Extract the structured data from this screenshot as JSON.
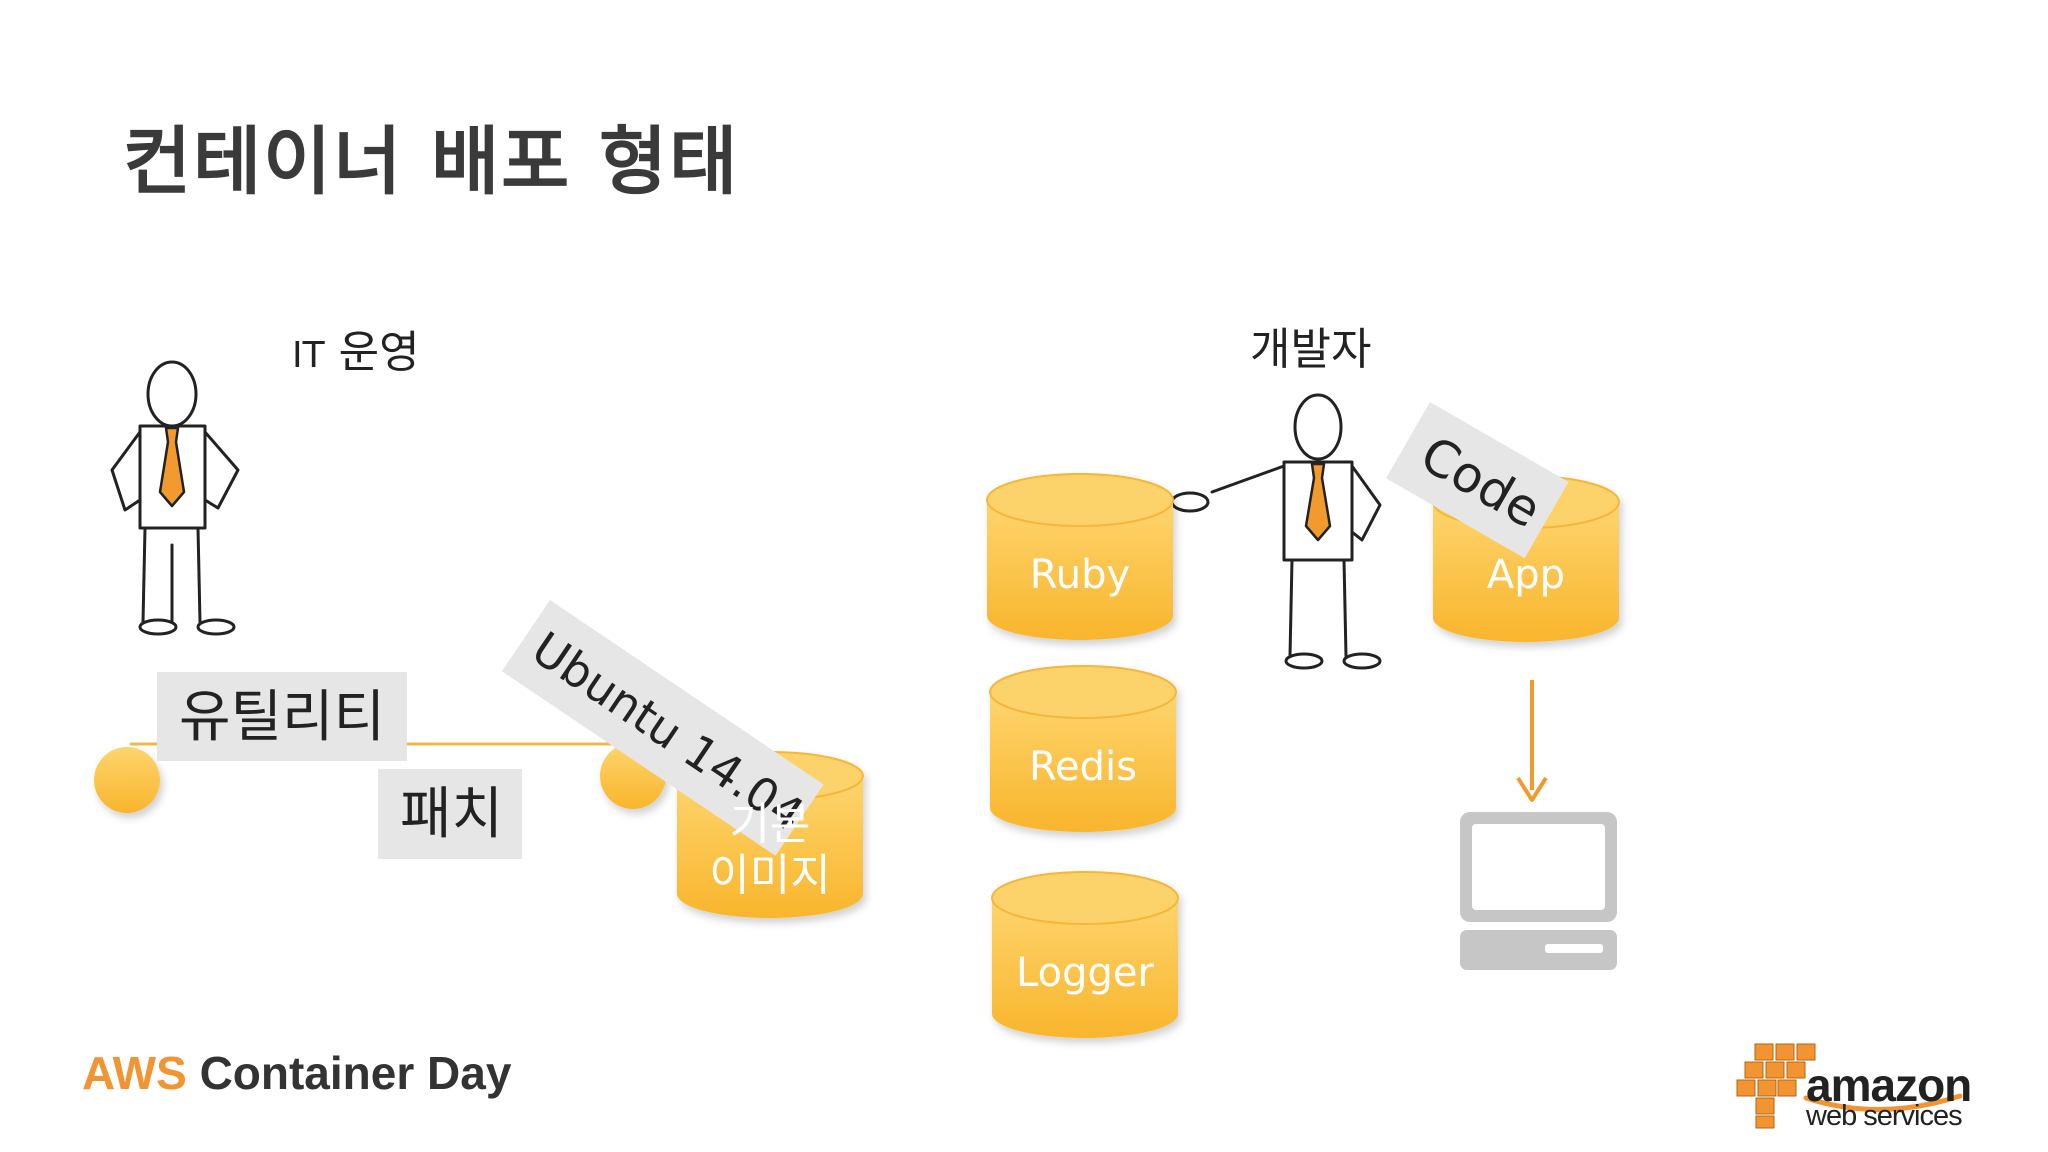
{
  "title": "컨테이너 배포 형태",
  "left": {
    "role_prefix": "IT",
    "role_label": "운영",
    "utility_tag": "유틸리티",
    "patch_tag": "패치",
    "ubuntu_tag": "Ubuntu 14.04",
    "base_image_line1": "기본",
    "base_image_line2": "이미지"
  },
  "right": {
    "role_label": "개발자",
    "cylinders": [
      "Ruby",
      "Redis",
      "Logger"
    ],
    "code_tag": "Code",
    "app_label": "App"
  },
  "footer": {
    "aws": "AWS",
    "event": "Container Day"
  },
  "logo": {
    "word": "amazon",
    "sub": "web services"
  },
  "colors": {
    "cylinder": "#fbbf3f",
    "cylinder_top": "#fcd36a",
    "tie": "#f39a2e",
    "tag_bg": "#e6e6e6",
    "accent": "#f39432"
  }
}
